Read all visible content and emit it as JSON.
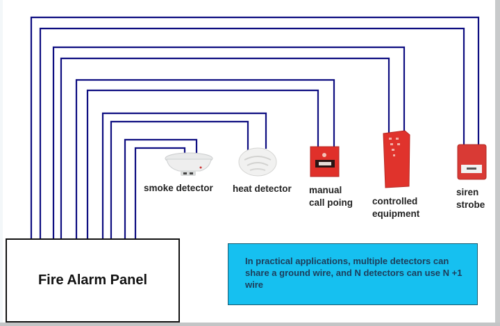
{
  "panel": {
    "label": "Fire Alarm Panel"
  },
  "info": {
    "text": "In practical applications, multiple detectors can share a ground wire, and N detectors can use N +1 wire"
  },
  "devices": [
    {
      "id": "smoke-detector",
      "label": "smoke detector",
      "icon": "smoke-detector-icon"
    },
    {
      "id": "heat-detector",
      "label": "heat detector",
      "icon": "heat-detector-icon"
    },
    {
      "id": "manual-call-point",
      "label_lines": [
        "manual",
        "call poing"
      ],
      "icon": "manual-call-point-icon"
    },
    {
      "id": "controlled-equipment",
      "label_lines": [
        "controlled",
        "equipment"
      ],
      "icon": "control-cabinet-icon"
    },
    {
      "id": "siren-strobe",
      "label_lines": [
        "siren",
        "strobe"
      ],
      "icon": "siren-strobe-icon"
    }
  ],
  "wires": {
    "count": 10,
    "pairs_per_device": 2,
    "color": "#0d0d80"
  },
  "colors": {
    "info_background": "#16c0f0",
    "info_text": "#1d3d5a",
    "device_red": "#e0302a"
  }
}
